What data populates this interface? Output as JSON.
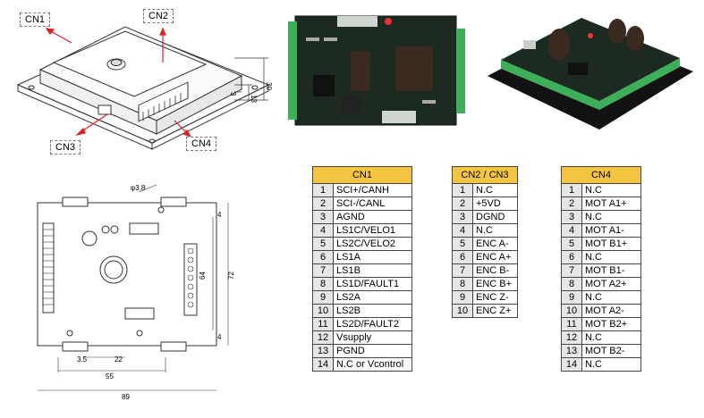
{
  "iso_view": {
    "callouts": {
      "cn1": "CN1",
      "cn2": "CN2",
      "cn3": "CN3",
      "cn4": "CN4"
    },
    "dims": [
      "3",
      "13",
      "30"
    ]
  },
  "top_view": {
    "dims": [
      "φ3.8",
      "64",
      "72",
      "55",
      "89",
      "3.5",
      "22",
      "4",
      "4"
    ]
  },
  "tables": {
    "cn1": {
      "header": "CN1",
      "rows": [
        {
          "n": "1",
          "s": "SCI+/CANH"
        },
        {
          "n": "2",
          "s": "SCI-/CANL"
        },
        {
          "n": "3",
          "s": "AGND"
        },
        {
          "n": "4",
          "s": "LS1C/VELO1"
        },
        {
          "n": "5",
          "s": "LS2C/VELO2"
        },
        {
          "n": "6",
          "s": "LS1A"
        },
        {
          "n": "7",
          "s": "LS1B"
        },
        {
          "n": "8",
          "s": "LS1D/FAULT1"
        },
        {
          "n": "9",
          "s": "LS2A"
        },
        {
          "n": "10",
          "s": "LS2B"
        },
        {
          "n": "11",
          "s": "LS2D/FAULT2"
        },
        {
          "n": "12",
          "s": "Vsupply"
        },
        {
          "n": "13",
          "s": "PGND"
        },
        {
          "n": "14",
          "s": "N.C  or  Vcontrol"
        }
      ]
    },
    "cn23": {
      "header": "CN2  /  CN3",
      "rows": [
        {
          "n": "1",
          "s": "N.C"
        },
        {
          "n": "2",
          "s": "+5VD"
        },
        {
          "n": "3",
          "s": "DGND"
        },
        {
          "n": "4",
          "s": "N.C"
        },
        {
          "n": "5",
          "s": "ENC  A-"
        },
        {
          "n": "6",
          "s": "ENC  A+"
        },
        {
          "n": "7",
          "s": "ENC  B-"
        },
        {
          "n": "8",
          "s": "ENC  B+"
        },
        {
          "n": "9",
          "s": "ENC  Z-"
        },
        {
          "n": "10",
          "s": "ENC  Z+"
        }
      ]
    },
    "cn4": {
      "header": "CN4",
      "rows": [
        {
          "n": "1",
          "s": "N.C"
        },
        {
          "n": "2",
          "s": "MOT  A1+"
        },
        {
          "n": "3",
          "s": "N.C"
        },
        {
          "n": "4",
          "s": "MOT  A1-"
        },
        {
          "n": "5",
          "s": "MOT  B1+"
        },
        {
          "n": "6",
          "s": "N.C"
        },
        {
          "n": "7",
          "s": "MOT  B1-"
        },
        {
          "n": "8",
          "s": "MOT  A2+"
        },
        {
          "n": "9",
          "s": "N.C"
        },
        {
          "n": "10",
          "s": "MOT  A2-"
        },
        {
          "n": "11",
          "s": "MOT  B2+"
        },
        {
          "n": "12",
          "s": "N.C"
        },
        {
          "n": "13",
          "s": "MOT  B2-"
        },
        {
          "n": "14",
          "s": "N.C"
        }
      ]
    }
  },
  "colors": {
    "header": "#f4c542",
    "pcb": "#1d2a22",
    "terminal": "#3fae5a"
  }
}
